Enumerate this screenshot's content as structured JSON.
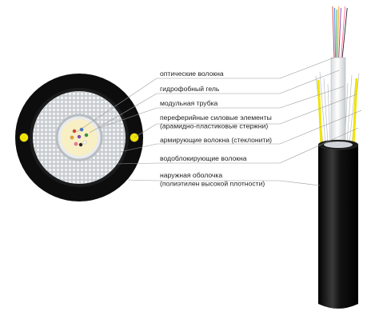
{
  "labels": [
    {
      "lines": [
        "оптические волокна"
      ]
    },
    {
      "lines": [
        "гидрофобный гель"
      ]
    },
    {
      "lines": [
        "модульная трубка"
      ]
    },
    {
      "lines": [
        "переферийные силовые элементы",
        "(арамидно-пластиковые стержни)"
      ]
    },
    {
      "lines": [
        "армирующие волокна (стеклонити)"
      ]
    },
    {
      "lines": [
        "водоблокирующие волокна"
      ]
    },
    {
      "lines": [
        "наружная оболочка",
        "(полиэтилен высокой плотности)"
      ]
    }
  ],
  "colors": {
    "jacket": "#0d0d0d",
    "strength_member": "#f1e400",
    "gel": "#f8efc4",
    "tube": "#e9ecee",
    "yarn_area": "#cfd3d6",
    "leader_line": "#9a9a9a",
    "text": "#1f1f1f",
    "fibers": [
      "#e03a2f",
      "#2f6fd8",
      "#2a9a3a",
      "#f0a020",
      "#8a3fbf",
      "#ffffff",
      "#ff6fa0",
      "#222222"
    ]
  }
}
